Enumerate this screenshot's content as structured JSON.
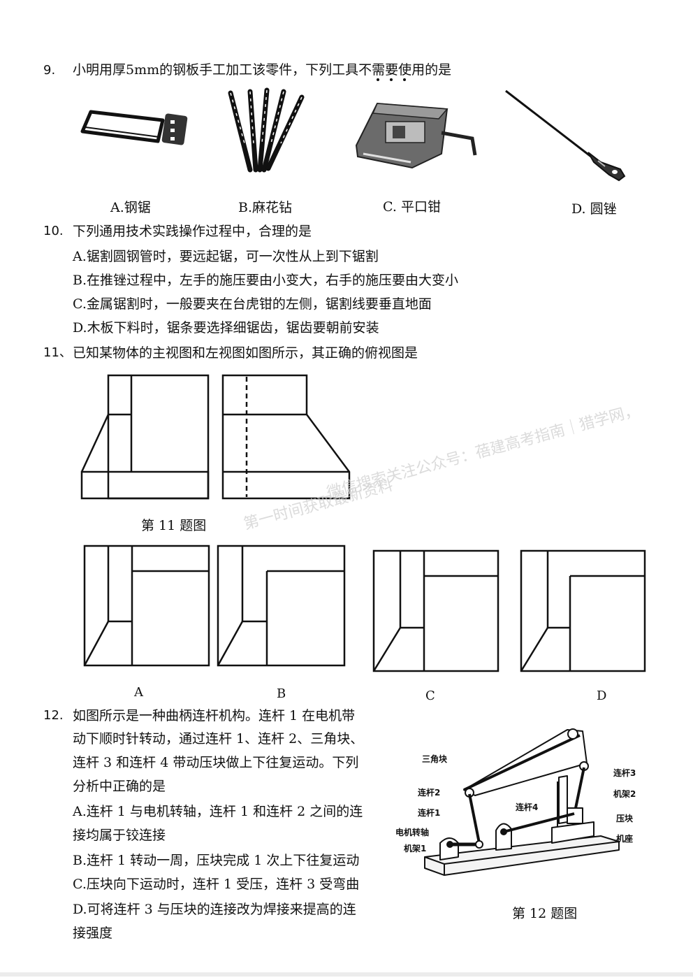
{
  "q9": {
    "num": "9.",
    "text": "小明用厚5mm的钢板手工加工该零件，下列工具不需要使用的是",
    "options": [
      "A.钢锯",
      "B.麻花钻",
      "C. 平口钳",
      "D. 圆锉"
    ]
  },
  "q10": {
    "num": "10.",
    "text": "下列通用技术实践操作过程中，合理的是",
    "options": [
      "A.锯割圆钢管时，要远起锯，可一次性从上到下锯割",
      "B.在推锉过程中，左手的施压要由小变大，右手的施压要由大变小",
      "C.金属锯割时，一般要夹在台虎钳的左侧，锯割线要垂直地面",
      "D.木板下料时，锯条要选择细锯齿，锯齿要朝前安装"
    ]
  },
  "q11": {
    "num": "11、",
    "text": "已知某物体的主视图和左视图如图所示，其正确的俯视图是",
    "caption": "第 11 题图",
    "options": [
      "A",
      "B",
      "C",
      "D"
    ]
  },
  "q12": {
    "num": "12.",
    "lines": [
      "如图所示是一种曲柄连杆机构。连杆 1 在电机带",
      "动下顺时针转动，通过连杆 1、连杆 2、三角块、",
      "连杆 3 和连杆 4 带动压块做上下往复运动。下列",
      "分析中正确的是"
    ],
    "optA": [
      "A.连杆 1 与电机转轴，连杆 1 和连杆 2 之间的连",
      "接均属于铰连接"
    ],
    "optB": "B.连杆 1 转动一周，压块完成 1 次上下往复运动",
    "optC": "C.压块向下运动时，连杆 1 受压，连杆 3 受弯曲",
    "optD": [
      "D.可将连杆 3 与压块的连接改为焊接来提高的连",
      "接强度"
    ],
    "caption": "第 12 题图",
    "figure_labels": {
      "triangle": "三角块",
      "rod2": "连杆2",
      "rod1": "连杆1",
      "shaft": "电机转轴",
      "frame1": "机架1",
      "rod4": "连杆4",
      "rod3": "连杆3",
      "frame2": "机架2",
      "block": "压块",
      "base": "机座"
    }
  },
  "watermark": {
    "line1": "微信搜索关注公众号：蓓建高考指南｜猎学网，",
    "line2": "第一时间获取最新资料"
  }
}
